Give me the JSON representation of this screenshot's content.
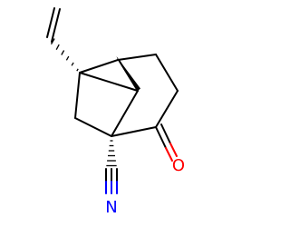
{
  "molecule": {
    "atoms": [
      {
        "id": "o1",
        "symbol": "O",
        "color": "#ff0000"
      },
      {
        "id": "n1",
        "symbol": "N",
        "color": "#0000ff"
      }
    ],
    "bond_color": "#000000"
  }
}
